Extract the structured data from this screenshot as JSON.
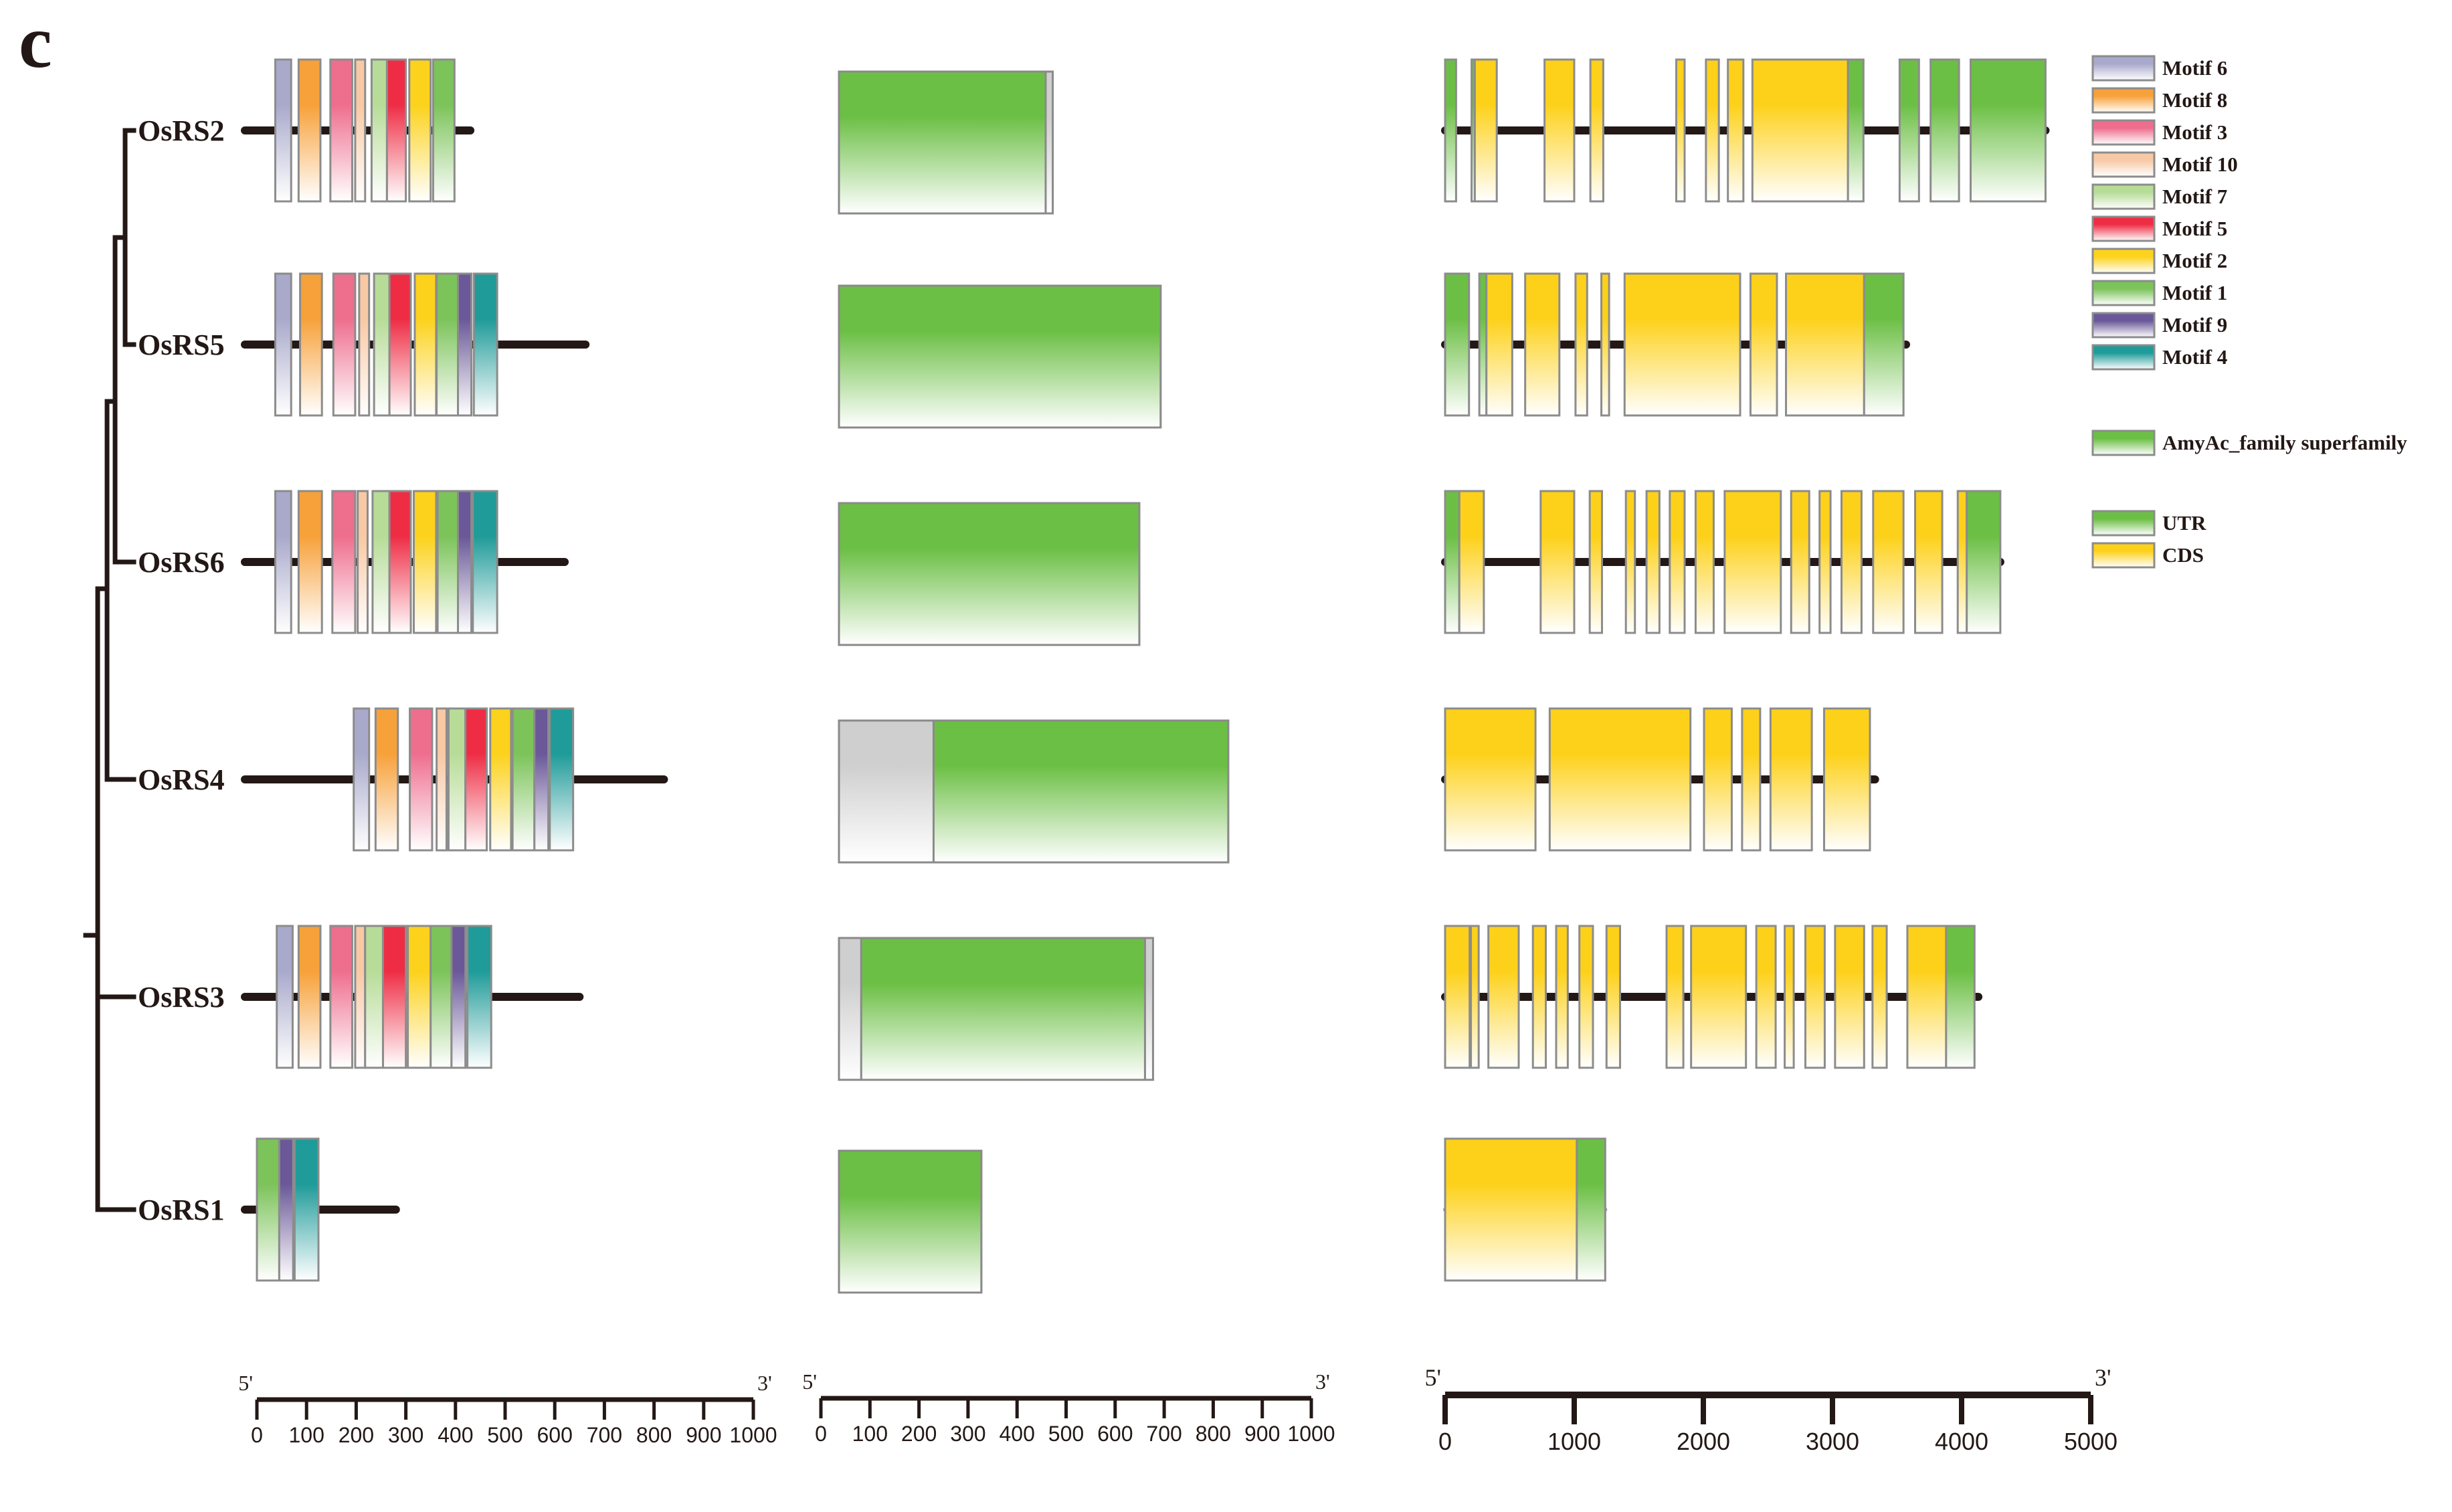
{
  "panel_label": "c",
  "genes": [
    "OsRS2",
    "OsRS5",
    "OsRS6",
    "OsRS4",
    "OsRS3",
    "OsRS1"
  ],
  "colors": {
    "tree": "#231815",
    "backbone": "#231815",
    "box_outline": "#8c8c8c",
    "motif6": "#a9a9cc",
    "motif8": "#f7a13a",
    "motif3": "#ee6e8e",
    "motif10": "#f8c9a5",
    "motif7": "#b7dc98",
    "motif5": "#ee2d45",
    "motif2": "#fcd21c",
    "motif1": "#7cc35a",
    "motif9": "#6a5898",
    "motif4": "#1f9b99",
    "amyac": "#6cbf45",
    "utr": "#6cbf45",
    "cds": "#fdd11a",
    "unannotated": "#cfcfcf"
  },
  "legend": {
    "motifs": [
      {
        "key": "motif6",
        "label": "Motif 6"
      },
      {
        "key": "motif8",
        "label": "Motif 8"
      },
      {
        "key": "motif3",
        "label": "Motif 3"
      },
      {
        "key": "motif10",
        "label": "Motif 10"
      },
      {
        "key": "motif7",
        "label": "Motif 7"
      },
      {
        "key": "motif5",
        "label": "Motif 5"
      },
      {
        "key": "motif2",
        "label": "Motif 2"
      },
      {
        "key": "motif1",
        "label": "Motif 1"
      },
      {
        "key": "motif9",
        "label": "Motif 9"
      },
      {
        "key": "motif4",
        "label": "Motif 4"
      }
    ],
    "domain": {
      "key": "amyac",
      "label": "AmyAc_family superfamily"
    },
    "structure": [
      {
        "key": "utr",
        "label": "UTR"
      },
      {
        "key": "cds",
        "label": "CDS"
      }
    ]
  },
  "motif_panel": {
    "max": 1000,
    "proteins": [
      {
        "gene": "OsRS2",
        "length": 430,
        "motifs": [
          {
            "key": "motif6",
            "start": 37,
            "end": 69
          },
          {
            "key": "motif8",
            "start": 84,
            "end": 128
          },
          {
            "key": "motif3",
            "start": 148,
            "end": 192
          },
          {
            "key": "motif10",
            "start": 198,
            "end": 218
          },
          {
            "key": "motif7",
            "start": 231,
            "end": 262
          },
          {
            "key": "motif5",
            "start": 262,
            "end": 300
          },
          {
            "key": "motif2",
            "start": 307,
            "end": 350
          },
          {
            "key": "motif1",
            "start": 355,
            "end": 398
          }
        ]
      },
      {
        "gene": "OsRS5",
        "length": 662,
        "motifs": [
          {
            "key": "motif6",
            "start": 37,
            "end": 69
          },
          {
            "key": "motif8",
            "start": 87,
            "end": 131
          },
          {
            "key": "motif3",
            "start": 154,
            "end": 198
          },
          {
            "key": "motif10",
            "start": 206,
            "end": 226
          },
          {
            "key": "motif7",
            "start": 236,
            "end": 267
          },
          {
            "key": "motif5",
            "start": 267,
            "end": 310
          },
          {
            "key": "motif2",
            "start": 318,
            "end": 361
          },
          {
            "key": "motif1",
            "start": 362,
            "end": 405
          },
          {
            "key": "motif9",
            "start": 405,
            "end": 432
          },
          {
            "key": "motif4",
            "start": 437,
            "end": 484
          }
        ]
      },
      {
        "gene": "OsRS6",
        "length": 620,
        "motifs": [
          {
            "key": "motif6",
            "start": 37,
            "end": 69
          },
          {
            "key": "motif8",
            "start": 84,
            "end": 131
          },
          {
            "key": "motif3",
            "start": 152,
            "end": 198
          },
          {
            "key": "motif10",
            "start": 203,
            "end": 223
          },
          {
            "key": "motif7",
            "start": 233,
            "end": 267
          },
          {
            "key": "motif5",
            "start": 267,
            "end": 310
          },
          {
            "key": "motif2",
            "start": 316,
            "end": 361
          },
          {
            "key": "motif1",
            "start": 364,
            "end": 405
          },
          {
            "key": "motif9",
            "start": 405,
            "end": 432
          },
          {
            "key": "motif4",
            "start": 435,
            "end": 484
          }
        ]
      },
      {
        "gene": "OsRS4",
        "length": 820,
        "motifs": [
          {
            "key": "motif6",
            "start": 195,
            "end": 226
          },
          {
            "key": "motif8",
            "start": 239,
            "end": 284
          },
          {
            "key": "motif3",
            "start": 308,
            "end": 353
          },
          {
            "key": "motif10",
            "start": 362,
            "end": 382
          },
          {
            "key": "motif7",
            "start": 386,
            "end": 420
          },
          {
            "key": "motif5",
            "start": 420,
            "end": 463
          },
          {
            "key": "motif2",
            "start": 470,
            "end": 512
          },
          {
            "key": "motif1",
            "start": 515,
            "end": 559
          },
          {
            "key": "motif9",
            "start": 559,
            "end": 587
          },
          {
            "key": "motif4",
            "start": 590,
            "end": 637
          }
        ]
      },
      {
        "gene": "OsRS3",
        "length": 650,
        "motifs": [
          {
            "key": "motif6",
            "start": 40,
            "end": 72
          },
          {
            "key": "motif8",
            "start": 84,
            "end": 128
          },
          {
            "key": "motif3",
            "start": 148,
            "end": 192
          },
          {
            "key": "motif10",
            "start": 198,
            "end": 218
          },
          {
            "key": "motif7",
            "start": 218,
            "end": 254
          },
          {
            "key": "motif5",
            "start": 254,
            "end": 300
          },
          {
            "key": "motif2",
            "start": 304,
            "end": 350
          },
          {
            "key": "motif1",
            "start": 350,
            "end": 392
          },
          {
            "key": "motif9",
            "start": 392,
            "end": 420
          },
          {
            "key": "motif4",
            "start": 424,
            "end": 472
          }
        ]
      },
      {
        "gene": "OsRS1",
        "length": 280,
        "motifs": [
          {
            "key": "motif1",
            "start": 0,
            "end": 45
          },
          {
            "key": "motif9",
            "start": 45,
            "end": 73
          },
          {
            "key": "motif4",
            "start": 76,
            "end": 124
          }
        ]
      }
    ]
  },
  "domain_panel": {
    "max": 1000,
    "proteins": [
      {
        "gene": "OsRS2",
        "length": 452,
        "domains": [
          {
            "key": "amyac",
            "start": 0,
            "end": 437
          }
        ]
      },
      {
        "gene": "OsRS5",
        "length": 680,
        "domains": [
          {
            "key": "amyac",
            "start": 0,
            "end": 680
          }
        ]
      },
      {
        "gene": "OsRS6",
        "length": 635,
        "domains": [
          {
            "key": "amyac",
            "start": 0,
            "end": 635
          }
        ]
      },
      {
        "gene": "OsRS4",
        "length": 823,
        "domains": [
          {
            "key": "amyac",
            "start": 200,
            "end": 823
          }
        ]
      },
      {
        "gene": "OsRS3",
        "length": 664,
        "domains": [
          {
            "key": "amyac",
            "start": 47,
            "end": 647
          }
        ]
      },
      {
        "gene": "OsRS1",
        "length": 301,
        "domains": [
          {
            "key": "amyac",
            "start": 0,
            "end": 301
          }
        ]
      }
    ]
  },
  "structure_panel": {
    "max": 5000,
    "genes": [
      {
        "gene": "OsRS2",
        "length": 4650,
        "features": [
          {
            "key": "utr",
            "start": 0,
            "end": 85
          },
          {
            "key": "utr",
            "start": 205,
            "end": 230
          },
          {
            "key": "cds",
            "start": 230,
            "end": 400
          },
          {
            "key": "cds",
            "start": 770,
            "end": 1000
          },
          {
            "key": "cds",
            "start": 1125,
            "end": 1225
          },
          {
            "key": "cds",
            "start": 1790,
            "end": 1855
          },
          {
            "key": "cds",
            "start": 2020,
            "end": 2120
          },
          {
            "key": "cds",
            "start": 2190,
            "end": 2310
          },
          {
            "key": "cds",
            "start": 2380,
            "end": 3120
          },
          {
            "key": "utr",
            "start": 3120,
            "end": 3240
          },
          {
            "key": "utr",
            "start": 3520,
            "end": 3670
          },
          {
            "key": "utr",
            "start": 3760,
            "end": 3980
          },
          {
            "key": "utr",
            "start": 4070,
            "end": 4650
          }
        ]
      },
      {
        "gene": "OsRS5",
        "length": 3570,
        "features": [
          {
            "key": "utr",
            "start": 0,
            "end": 185
          },
          {
            "key": "utr",
            "start": 265,
            "end": 320
          },
          {
            "key": "cds",
            "start": 320,
            "end": 520
          },
          {
            "key": "cds",
            "start": 620,
            "end": 885
          },
          {
            "key": "cds",
            "start": 1010,
            "end": 1100
          },
          {
            "key": "cds",
            "start": 1210,
            "end": 1270
          },
          {
            "key": "cds",
            "start": 1390,
            "end": 2285
          },
          {
            "key": "cds",
            "start": 2365,
            "end": 2570
          },
          {
            "key": "cds",
            "start": 2640,
            "end": 3245
          },
          {
            "key": "utr",
            "start": 3245,
            "end": 3550
          }
        ]
      },
      {
        "gene": "OsRS6",
        "length": 4300,
        "features": [
          {
            "key": "utr",
            "start": 0,
            "end": 110
          },
          {
            "key": "cds",
            "start": 110,
            "end": 300
          },
          {
            "key": "cds",
            "start": 740,
            "end": 1000
          },
          {
            "key": "cds",
            "start": 1120,
            "end": 1215
          },
          {
            "key": "cds",
            "start": 1400,
            "end": 1470
          },
          {
            "key": "cds",
            "start": 1560,
            "end": 1660
          },
          {
            "key": "cds",
            "start": 1740,
            "end": 1855
          },
          {
            "key": "cds",
            "start": 1940,
            "end": 2080
          },
          {
            "key": "cds",
            "start": 2165,
            "end": 2600
          },
          {
            "key": "cds",
            "start": 2680,
            "end": 2820
          },
          {
            "key": "cds",
            "start": 2900,
            "end": 2985
          },
          {
            "key": "cds",
            "start": 3070,
            "end": 3225
          },
          {
            "key": "cds",
            "start": 3315,
            "end": 3550
          },
          {
            "key": "cds",
            "start": 3640,
            "end": 3850
          },
          {
            "key": "cds",
            "start": 3970,
            "end": 4040
          },
          {
            "key": "utr",
            "start": 4040,
            "end": 4300
          }
        ]
      },
      {
        "gene": "OsRS4",
        "length": 3330,
        "features": [
          {
            "key": "cds",
            "start": 0,
            "end": 700
          },
          {
            "key": "cds",
            "start": 810,
            "end": 1900
          },
          {
            "key": "cds",
            "start": 2005,
            "end": 2220
          },
          {
            "key": "cds",
            "start": 2300,
            "end": 2440
          },
          {
            "key": "cds",
            "start": 2520,
            "end": 2840
          },
          {
            "key": "cds",
            "start": 2935,
            "end": 3290
          }
        ]
      },
      {
        "gene": "OsRS3",
        "length": 4130,
        "features": [
          {
            "key": "cds",
            "start": 0,
            "end": 190
          },
          {
            "key": "cds",
            "start": 200,
            "end": 260
          },
          {
            "key": "cds",
            "start": 335,
            "end": 570
          },
          {
            "key": "cds",
            "start": 680,
            "end": 780
          },
          {
            "key": "cds",
            "start": 860,
            "end": 950
          },
          {
            "key": "cds",
            "start": 1040,
            "end": 1145
          },
          {
            "key": "cds",
            "start": 1250,
            "end": 1355
          },
          {
            "key": "cds",
            "start": 1715,
            "end": 1845
          },
          {
            "key": "cds",
            "start": 1905,
            "end": 2330
          },
          {
            "key": "cds",
            "start": 2410,
            "end": 2560
          },
          {
            "key": "cds",
            "start": 2630,
            "end": 2700
          },
          {
            "key": "cds",
            "start": 2790,
            "end": 2940
          },
          {
            "key": "cds",
            "start": 3020,
            "end": 3245
          },
          {
            "key": "cds",
            "start": 3310,
            "end": 3420
          },
          {
            "key": "cds",
            "start": 3580,
            "end": 3880
          },
          {
            "key": "utr",
            "start": 3880,
            "end": 4100
          }
        ]
      },
      {
        "gene": "OsRS1",
        "length": 1240,
        "features": [
          {
            "key": "cds",
            "start": 0,
            "end": 1020
          },
          {
            "key": "utr",
            "start": 1020,
            "end": 1240
          }
        ]
      }
    ]
  },
  "scales": [
    {
      "five": "5'",
      "three": "3'",
      "ticks": [
        "0",
        "100",
        "200",
        "300",
        "400",
        "500",
        "600",
        "700",
        "800",
        "900",
        "1000"
      ]
    },
    {
      "five": "5'",
      "three": "3'",
      "ticks": [
        "0",
        "100",
        "200",
        "300",
        "400",
        "500",
        "600",
        "700",
        "800",
        "900",
        "1000"
      ]
    },
    {
      "five": "5'",
      "three": "3'",
      "ticks": [
        "0",
        "1000",
        "2000",
        "3000",
        "4000",
        "5000"
      ]
    }
  ]
}
